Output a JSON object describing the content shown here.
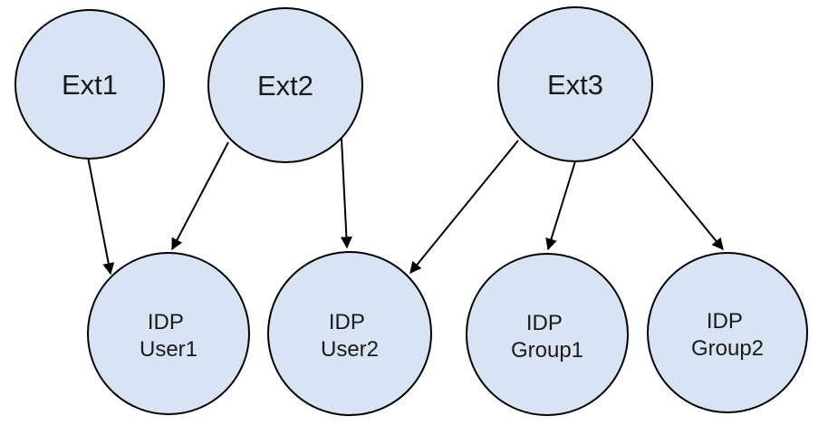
{
  "diagram": {
    "type": "directed-graph",
    "theme": {
      "background": "#ffffff",
      "node_fill": "#d8e4f4",
      "node_stroke": "#000000",
      "edge_color": "#000000"
    },
    "nodes": [
      {
        "id": "ext1",
        "label": "Ext1",
        "row": "top"
      },
      {
        "id": "ext2",
        "label": "Ext2",
        "row": "top"
      },
      {
        "id": "ext3",
        "label": "Ext3",
        "row": "top"
      },
      {
        "id": "idp-user1",
        "lines": [
          "IDP",
          "User1"
        ],
        "row": "bottom"
      },
      {
        "id": "idp-user2",
        "lines": [
          "IDP",
          "User2"
        ],
        "row": "bottom"
      },
      {
        "id": "idp-group1",
        "lines": [
          "IDP",
          "Group1"
        ],
        "row": "bottom"
      },
      {
        "id": "idp-group2",
        "lines": [
          "IDP",
          "Group2"
        ],
        "row": "bottom"
      }
    ],
    "edges": [
      {
        "from": "ext1",
        "to": "idp-user1"
      },
      {
        "from": "ext2",
        "to": "idp-user1"
      },
      {
        "from": "ext2",
        "to": "idp-user2"
      },
      {
        "from": "ext3",
        "to": "idp-user2"
      },
      {
        "from": "ext3",
        "to": "idp-group1"
      },
      {
        "from": "ext3",
        "to": "idp-group2"
      }
    ]
  }
}
